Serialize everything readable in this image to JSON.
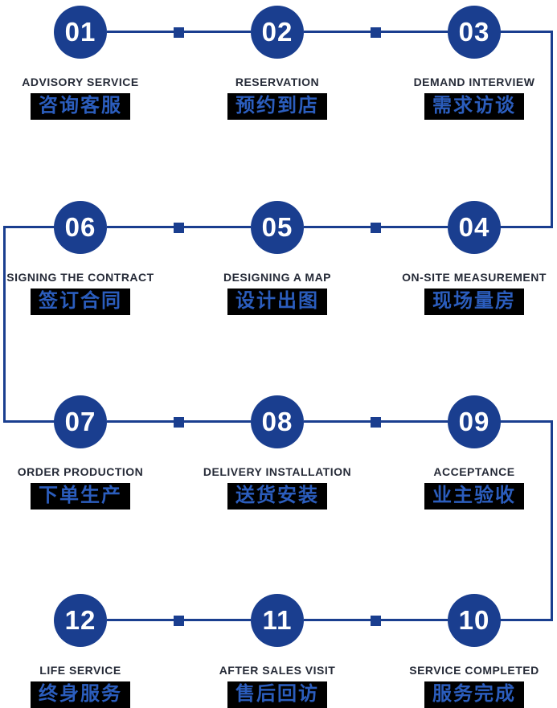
{
  "title": "Service process flow diagram",
  "colors": {
    "primary_blue": "#1a3e8f",
    "number_white": "#ffffff",
    "english_text": "#262b38",
    "chinese_text": "#2b5dbd",
    "chinese_bg": "#000000"
  },
  "grid": [
    {
      "number": "01",
      "en": "ADVISORY SERVICE",
      "zh": "咨询客服"
    },
    {
      "number": "02",
      "en": "RESERVATION",
      "zh": "预约到店"
    },
    {
      "number": "03",
      "en": "DEMAND INTERVIEW",
      "zh": "需求访谈"
    },
    {
      "number": "06",
      "en": "SIGNING THE CONTRACT",
      "zh": "签订合同"
    },
    {
      "number": "05",
      "en": "DESIGNING A MAP",
      "zh": "设计出图"
    },
    {
      "number": "04",
      "en": "ON-SITE MEASUREMENT",
      "zh": "现场量房"
    },
    {
      "number": "07",
      "en": "ORDER PRODUCTION",
      "zh": "下单生产"
    },
    {
      "number": "08",
      "en": "DELIVERY INSTALLATION",
      "zh": "送货安装"
    },
    {
      "number": "09",
      "en": "ACCEPTANCE",
      "zh": "业主验收"
    },
    {
      "number": "12",
      "en": "LIFE SERVICE",
      "zh": "终身服务"
    },
    {
      "number": "11",
      "en": "AFTER SALES VISIT",
      "zh": "售后回访"
    },
    {
      "number": "10",
      "en": "SERVICE COMPLETED",
      "zh": "服务完成"
    }
  ]
}
